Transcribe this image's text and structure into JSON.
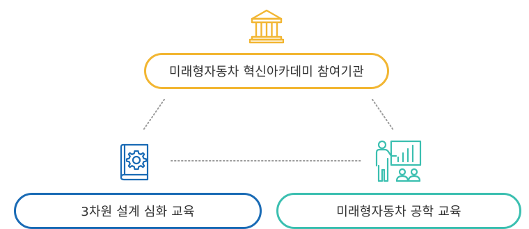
{
  "nodes": {
    "top": {
      "label": "미래형자동차 혁신아카데미 참여기관",
      "icon": "building-columns-icon",
      "color": "#f2b632"
    },
    "left": {
      "label": "3차원 설계 심화 교육",
      "icon": "book-gear-icon",
      "color": "#1a6bb5"
    },
    "right": {
      "label": "미래형자동차 공학 교육",
      "icon": "presentation-board-icon",
      "color": "#3bbfb0"
    }
  },
  "connector_color": "#9a9a9a"
}
